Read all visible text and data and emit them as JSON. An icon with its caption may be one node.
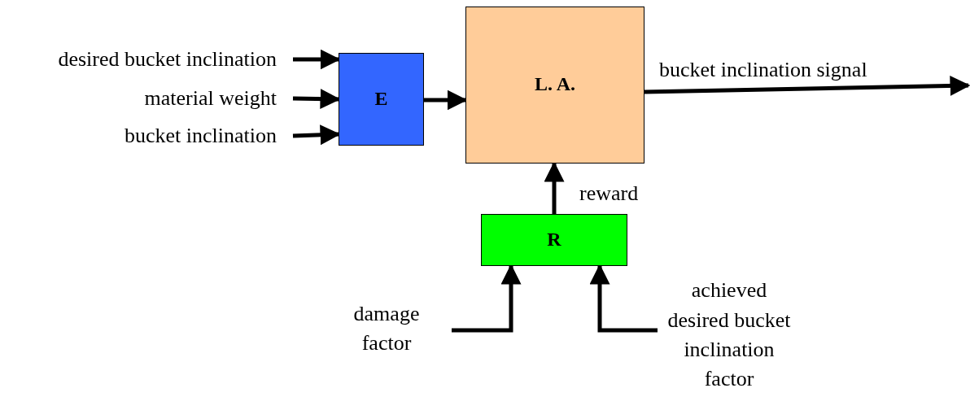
{
  "diagram": {
    "nodes": [
      {
        "text": [
          "desired bucket inclination"
        ]
      },
      {
        "text": [
          "material weight"
        ]
      },
      {
        "text": [
          "bucket inclination"
        ]
      },
      {
        "text": [
          "E"
        ]
      },
      {
        "text": [
          "L. A."
        ]
      },
      {
        "text": [
          "R"
        ]
      },
      {
        "text": [
          "damage factor"
        ]
      },
      {
        "text": [
          "achieved desired bucket inclination factor"
        ]
      }
    ],
    "edges": [
      {
        "from": 0,
        "to": 3,
        "arrow": "to"
      },
      {
        "from": 1,
        "to": 3,
        "arrow": "to"
      },
      {
        "from": 2,
        "to": 3,
        "arrow": "to"
      },
      {
        "from": 3,
        "to": 4,
        "arrow": "to"
      },
      {
        "from": 4,
        "to": null,
        "arrow": "to",
        "label": "bucket inclination signal"
      },
      {
        "from": 5,
        "to": 4,
        "arrow": "to",
        "label": "reward"
      },
      {
        "from": 6,
        "to": 5,
        "arrow": "to"
      },
      {
        "from": 7,
        "to": 5,
        "arrow": "to"
      }
    ]
  }
}
